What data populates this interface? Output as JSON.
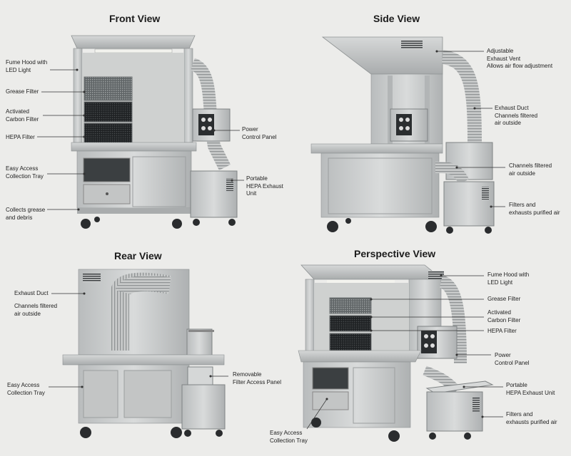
{
  "views": {
    "front": "Front View",
    "side": "Side View",
    "rear": "Rear View",
    "perspective": "Perspective View"
  },
  "front_labels": {
    "fume_hood": "Fume Hood with\nLED Light",
    "grease_filter": "Grease Filter",
    "carbon_filter": "Activated\nCarbon Filter",
    "hepa_filter": "HEPA Filter",
    "collection_tray": "Easy Access\nCollection Tray",
    "collects": "Collects grease\nand debris",
    "power_panel": "Power\nControl Panel",
    "portable_unit": "Portable\nHEPA Exhaust\nUnit"
  },
  "side_labels": {
    "exhaust_vent": "Adjustable\nExhaust Vent\nAllows air flow adjustment",
    "exhaust_duct": "Exhaust Duct\nChannels filtered\nair outside",
    "channels": "Channels filtered\nair outside",
    "filters_exhausts": "Filters and\nexhausts purified air"
  },
  "rear_labels": {
    "exhaust_duct": "Exhaust Duct",
    "channels": "Channels filtered\nair outside",
    "collection_tray": "Easy Access\nCollection Tray",
    "removable_panel": "Removable\nFilter Access Panel"
  },
  "perspective_labels": {
    "fume_hood": "Fume Hood with\nLED Light",
    "grease_filter": "Grease Filter",
    "carbon_filter": "Activated\nCarbon Filter",
    "hepa_filter": "HEPA Filter",
    "power_panel": "Power\nControl Panel",
    "portable_unit": "Portable\nHEPA Exhaust Unit",
    "filters_exhausts": "Filters and\nexhausts purified air",
    "collection_tray": "Easy Access\nCollection Tray"
  }
}
